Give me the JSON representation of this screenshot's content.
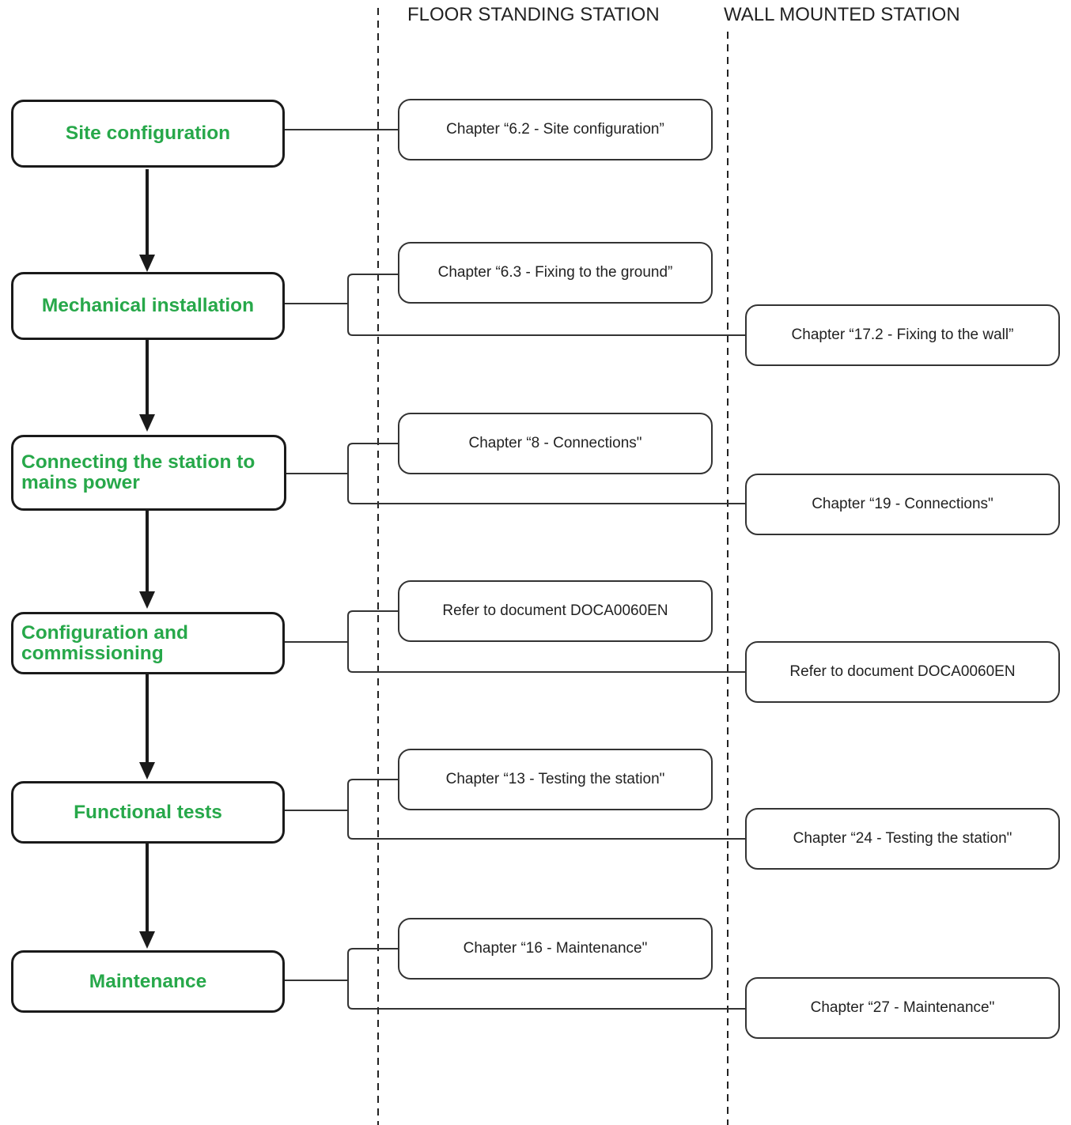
{
  "headers": {
    "floor": "FLOOR STANDING STATION",
    "wall": "WALL MOUNTED STATION"
  },
  "steps": [
    {
      "label": "Site configuration",
      "floor_ref": "Chapter “6.2 - Site configuration”",
      "wall_ref": ""
    },
    {
      "label": "Mechanical installation",
      "floor_ref": "Chapter “6.3 - Fixing to the ground”",
      "wall_ref": "Chapter “17.2 - Fixing to the wall”"
    },
    {
      "label": "Connecting the station to mains power",
      "floor_ref": "Chapter “8 - Connections\"",
      "wall_ref": "Chapter “19 - Connections\""
    },
    {
      "label": "Configuration and commissioning",
      "floor_ref": "Refer to document DOCA0060EN",
      "wall_ref": "Refer to document DOCA0060EN"
    },
    {
      "label": "Functional tests",
      "floor_ref": "Chapter “13 - Testing the station\"",
      "wall_ref": "Chapter “24 - Testing the station\""
    },
    {
      "label": "Maintenance",
      "floor_ref": "Chapter “16 - Maintenance\"",
      "wall_ref": "Chapter “27 - Maintenance\""
    }
  ],
  "colors": {
    "step_text": "#27a84a",
    "box_border": "#1a1a1a",
    "line": "#333333"
  }
}
